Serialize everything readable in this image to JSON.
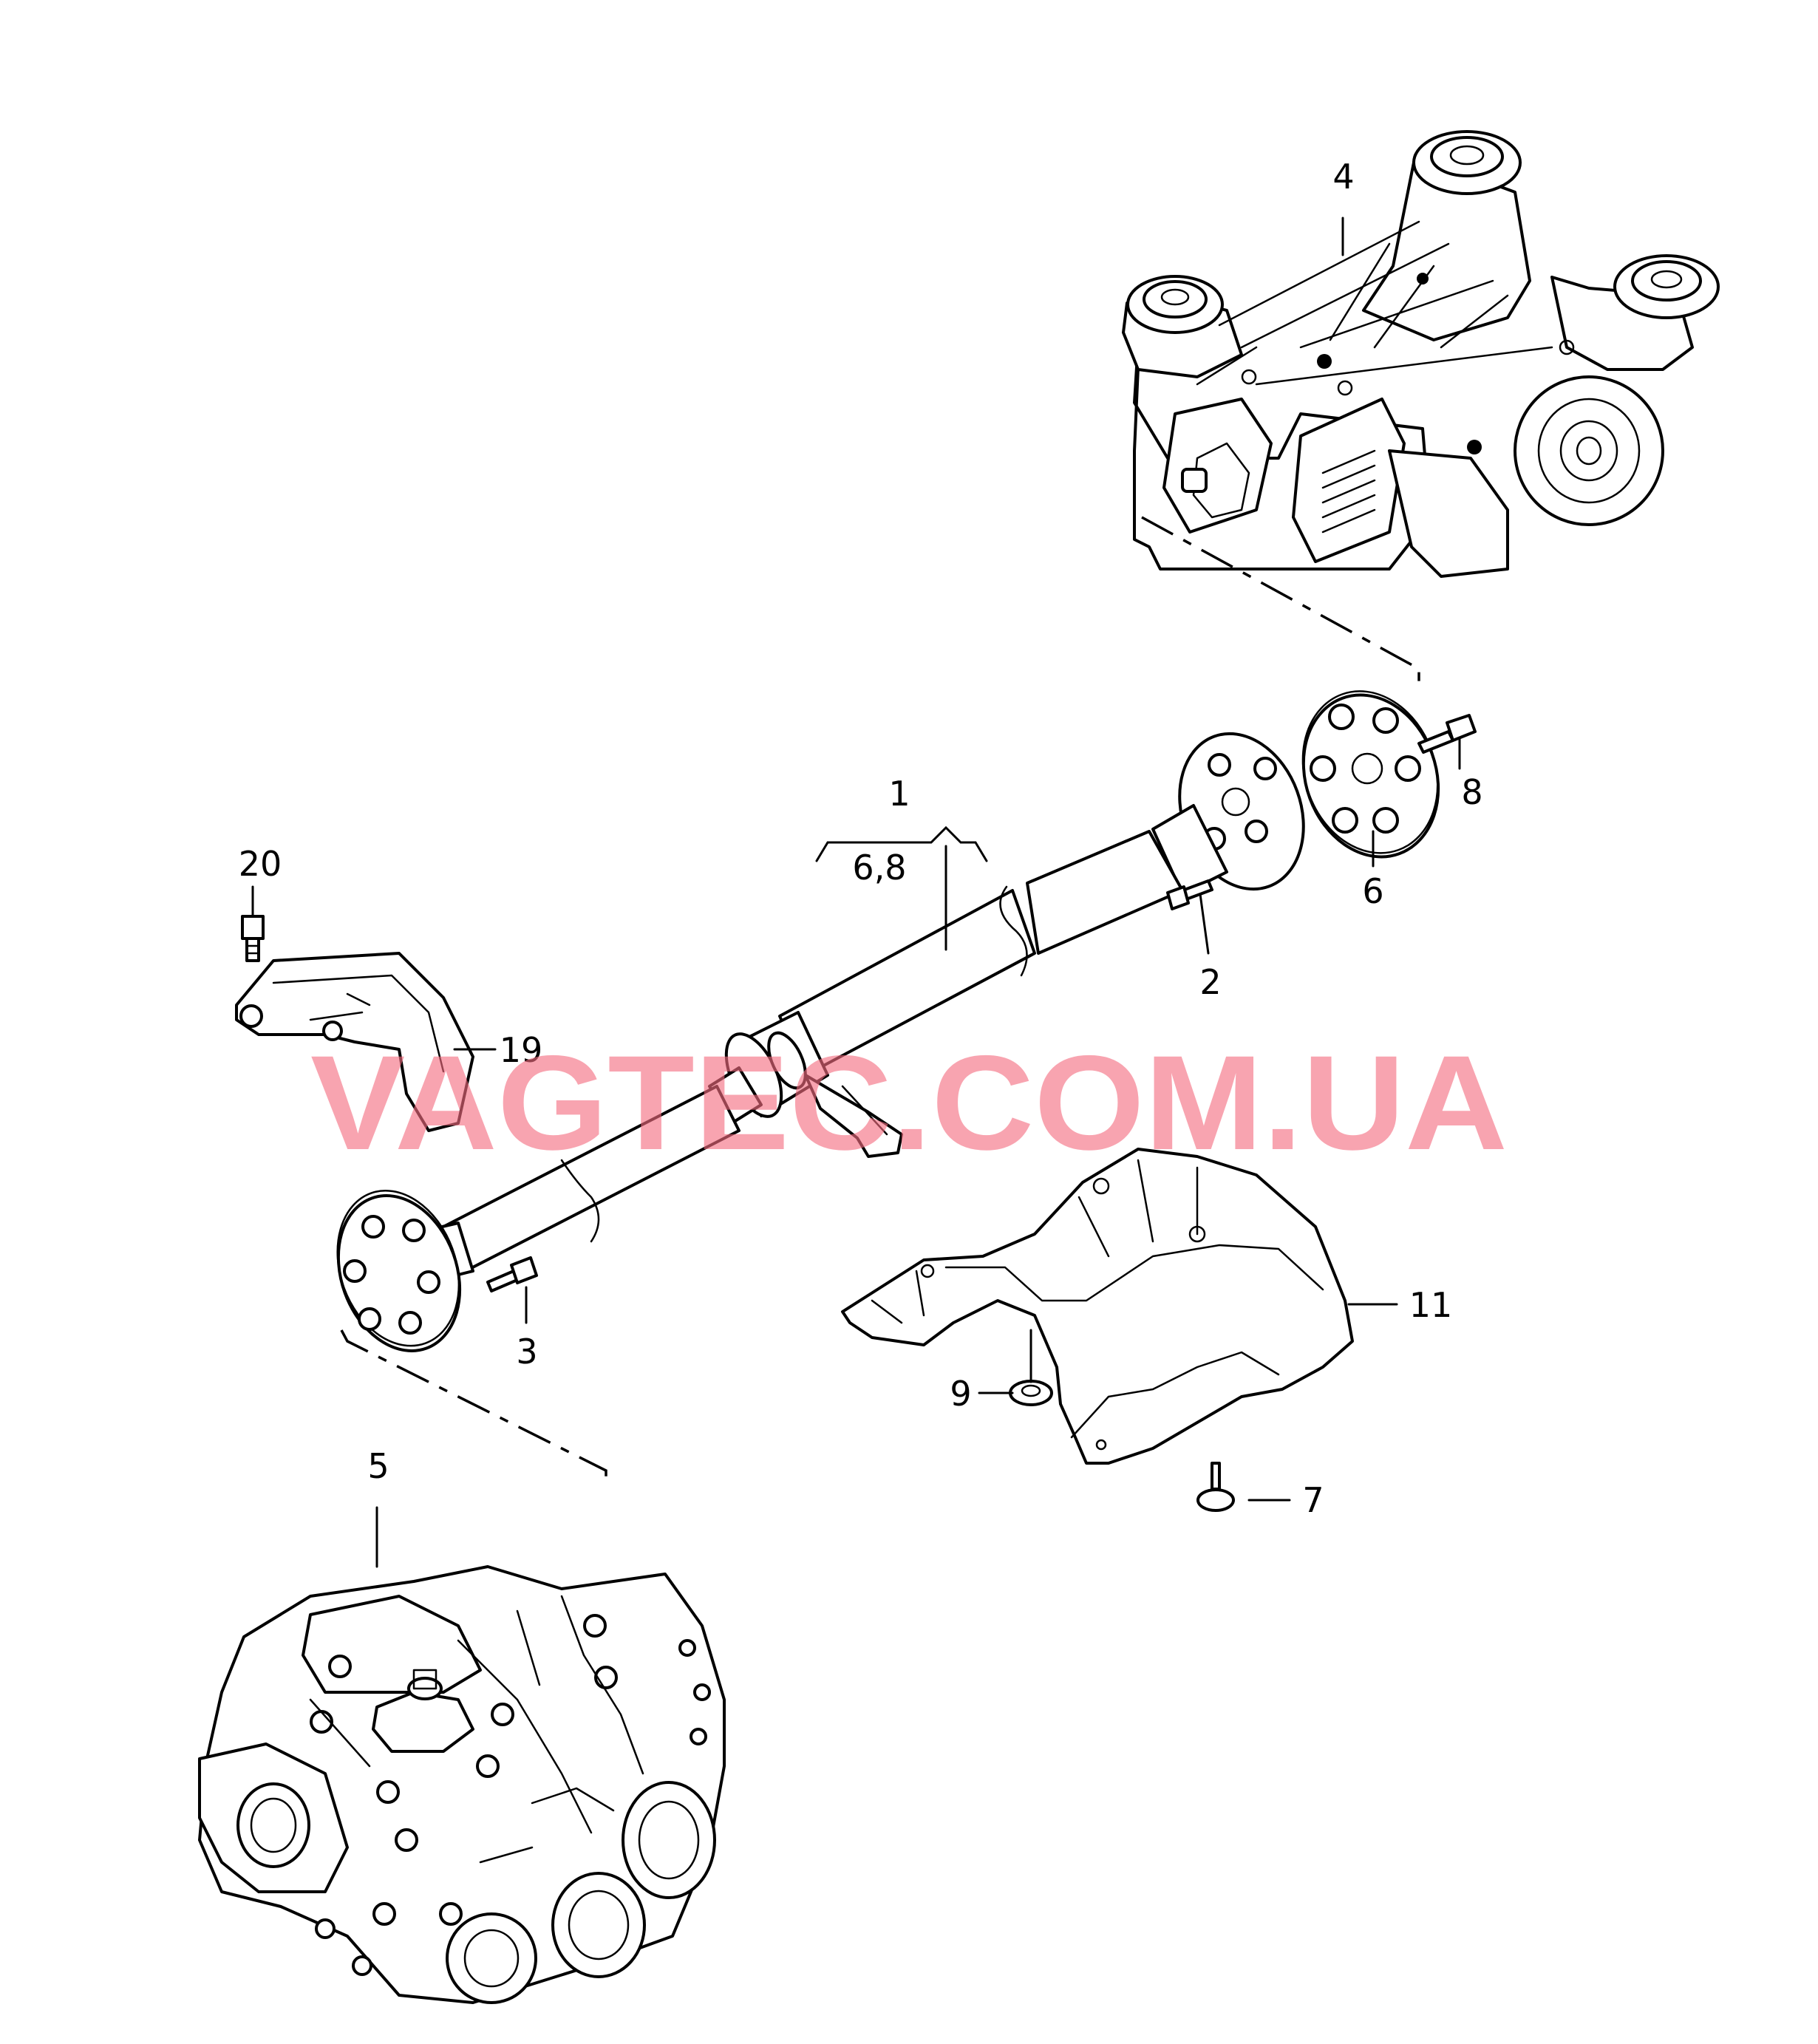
{
  "callouts": {
    "c1": "1",
    "c1_sub": "6,8",
    "c2": "2",
    "c3": "3",
    "c4": "4",
    "c5": "5",
    "c6": "6",
    "c7": "7",
    "c8": "8",
    "c9": "9",
    "c11": "11",
    "c19": "19",
    "c20": "20"
  },
  "watermark": "VAGTEC.COM.UA",
  "colors": {
    "watermark": "#f46c80",
    "line": "#000000",
    "background": "#ffffff"
  }
}
